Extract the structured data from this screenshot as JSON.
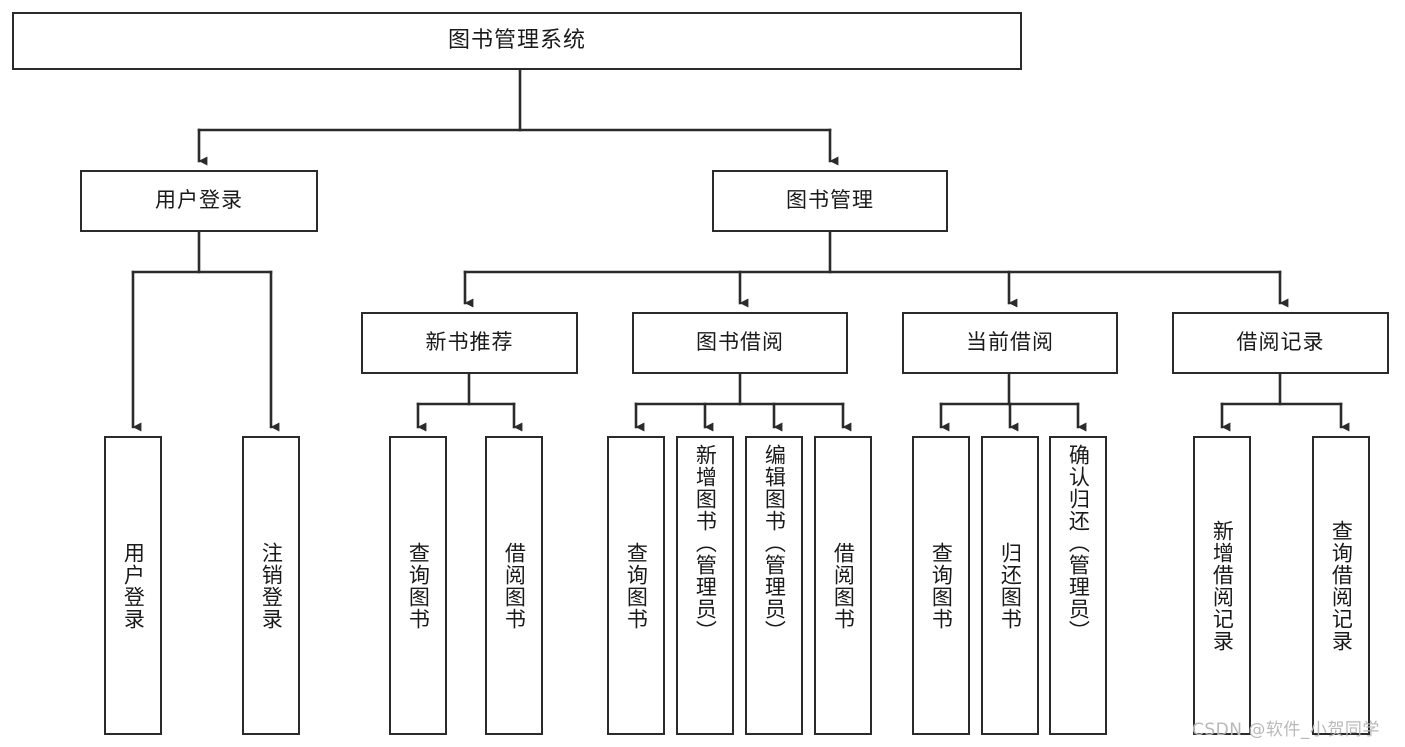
{
  "diagram": {
    "title": "图书管理系统",
    "type": "tree-hierarchy-chart",
    "root": {
      "label": "图书管理系统"
    },
    "level1": [
      {
        "label": "用户登录"
      },
      {
        "label": "图书管理"
      }
    ],
    "level2": [
      {
        "label": "新书推荐"
      },
      {
        "label": "图书借阅"
      },
      {
        "label": "当前借阅"
      },
      {
        "label": "借阅记录"
      }
    ],
    "leaves": {
      "user_login": [
        {
          "label": "用户登录"
        },
        {
          "label": "注销登录"
        }
      ],
      "new_book_recommend": [
        {
          "label": "查询图书"
        },
        {
          "label": "借阅图书"
        }
      ],
      "book_borrow": [
        {
          "label": "查询图书"
        },
        {
          "label": "新增图书（管理员）"
        },
        {
          "label": "编辑图书（管理员）"
        },
        {
          "label": "借阅图书"
        }
      ],
      "current_borrow": [
        {
          "label": "查询图书"
        },
        {
          "label": "归还图书"
        },
        {
          "label": "确认归还（管理员）"
        }
      ],
      "borrow_record": [
        {
          "label": "新增借阅记录"
        },
        {
          "label": "查询借阅记录"
        }
      ]
    }
  },
  "watermark": {
    "text": "CSDN @软件_小贺同学"
  },
  "colors": {
    "stroke": "#2b2b2b",
    "fill": "#ffffff",
    "text": "#1a1a1a",
    "watermark": "#b9b9b9"
  }
}
